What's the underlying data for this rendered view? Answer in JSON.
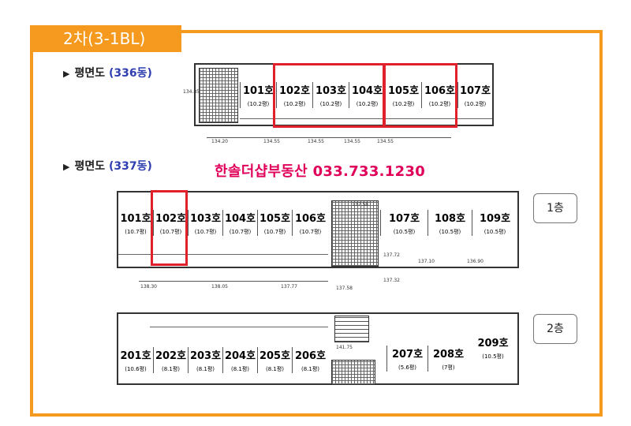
{
  "header": {
    "title": "2차(3-1BL)"
  },
  "plan_336": {
    "label_prefix": "평면도",
    "label_building": "(336동)",
    "rooms": [
      {
        "name": "101호",
        "area": "(10.2평)"
      },
      {
        "name": "102호",
        "area": "(10.2평)"
      },
      {
        "name": "103호",
        "area": "(10.2평)"
      },
      {
        "name": "104호",
        "area": "(10.2평)"
      },
      {
        "name": "105호",
        "area": "(10.2평)"
      },
      {
        "name": "106호",
        "area": "(10.2평)"
      },
      {
        "name": "107호",
        "area": "(10.2평)"
      }
    ],
    "dimensions": [
      "134.85",
      "134.20",
      "134.55",
      "134.55",
      "134.55",
      "134.55"
    ]
  },
  "plan_337": {
    "label_prefix": "평면도",
    "label_building": "(337동)",
    "contact": "한솔더샵부동산 033.733.1230",
    "floor1": {
      "tag": "1층",
      "rooms_left": [
        {
          "name": "101호",
          "area": "(10.7평)"
        },
        {
          "name": "102호",
          "area": "(10.7평)"
        },
        {
          "name": "103호",
          "area": "(10.7평)"
        },
        {
          "name": "104호",
          "area": "(10.7평)"
        },
        {
          "name": "105호",
          "area": "(10.7평)"
        },
        {
          "name": "106호",
          "area": "(10.7평)"
        }
      ],
      "rooms_right": [
        {
          "name": "107호",
          "area": "(10.5평)"
        },
        {
          "name": "108호",
          "area": "(10.5평)"
        },
        {
          "name": "109호",
          "area": "(10.5평)"
        }
      ],
      "dimensions": [
        "138.30",
        "138.05",
        "137.77",
        "137.58",
        "137.72",
        "137.10",
        "136.90",
        "137.32",
        "137.58"
      ]
    },
    "floor2": {
      "tag": "2층",
      "rooms_left": [
        {
          "name": "201호",
          "area": "(10.6평)"
        },
        {
          "name": "202호",
          "area": "(8.1평)"
        },
        {
          "name": "203호",
          "area": "(8.1평)"
        },
        {
          "name": "204호",
          "area": "(8.1평)"
        },
        {
          "name": "205호",
          "area": "(8.1평)"
        },
        {
          "name": "206호",
          "area": "(8.1평)"
        }
      ],
      "rooms_right": [
        {
          "name": "207호",
          "area": "(5.6평)"
        },
        {
          "name": "208호",
          "area": "(7평)"
        },
        {
          "name": "209호",
          "area": "(10.5평)"
        }
      ],
      "dimensions": [
        "141.75"
      ]
    }
  },
  "colors": {
    "accent": "#f59a1f",
    "highlight": "#e0202a",
    "building_label": "#2f3fb0",
    "contact": "#e0005a"
  }
}
